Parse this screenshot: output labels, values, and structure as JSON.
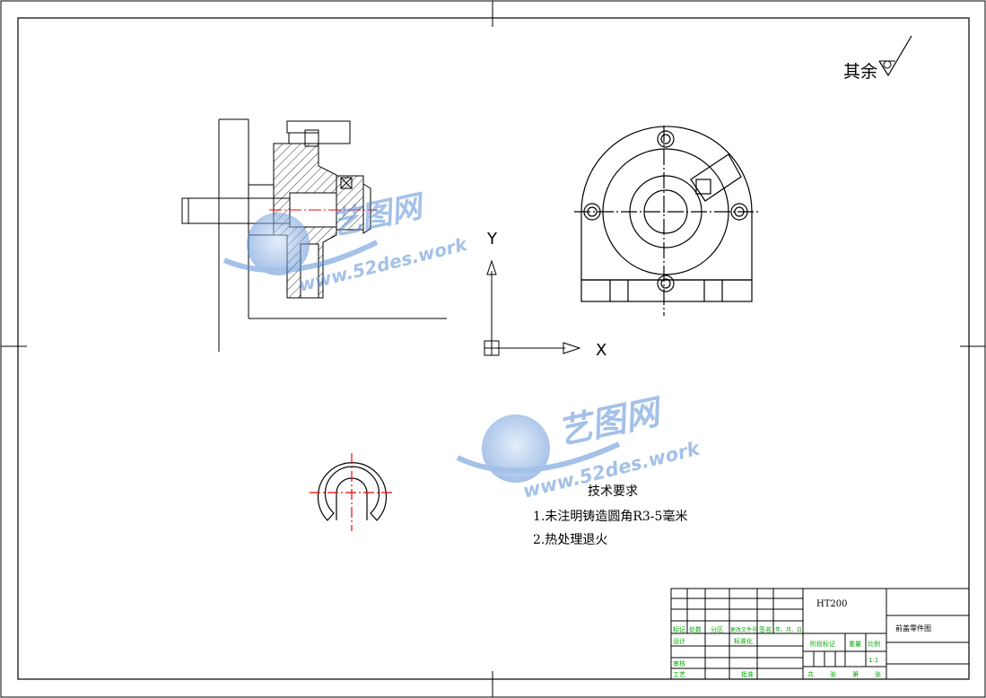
{
  "roughness_note": "其余",
  "technical_requirements": {
    "heading": "技术要求",
    "items": [
      "1.未注明铸造圆角R3-5毫米",
      "2.热处理退火"
    ]
  },
  "axes": {
    "y_label": "Y",
    "x_label": "X"
  },
  "title_block": {
    "material": "HT200",
    "drawing_name": "前盖零件图",
    "scale": "1:1",
    "labels": {
      "mark": "标记",
      "count": "处数",
      "zone": "分区",
      "change_doc": "更改文件号",
      "sign": "签名",
      "date": "年、月、日",
      "design": "设计",
      "standardize": "标准化",
      "stage_mark": "阶段标记",
      "weight": "重量",
      "scale_label": "比例",
      "review": "审核",
      "process": "工艺",
      "approve": "批准",
      "total": "共",
      "sheet": "张",
      "page_of": "第",
      "sheet2": "张"
    }
  },
  "watermark": {
    "brand": "艺图网",
    "url": "www.52des.work"
  },
  "colors": {
    "line": "#000000",
    "center_line": "#ff0000",
    "dim_text": "#00aa00",
    "watermark": "#5b8fd6"
  }
}
